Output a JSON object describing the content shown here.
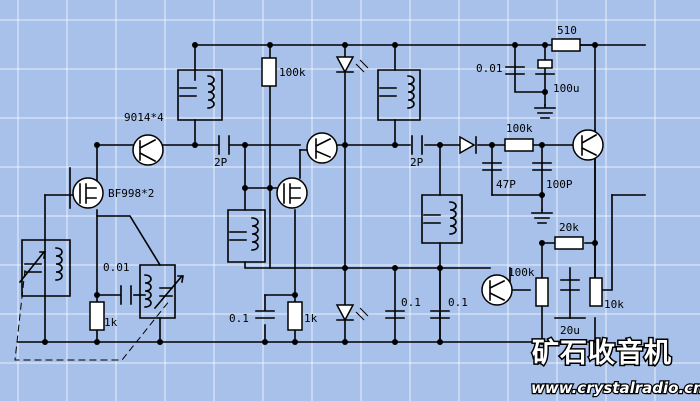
{
  "labels": {
    "r_510": "510",
    "c_001_top": "0.01",
    "c_100u": "100u",
    "r_100k_top": "100k",
    "q_9014": "9014*4",
    "c_2p_left": "2P",
    "c_2p_right": "2P",
    "r_100k_mid": "100k",
    "c_47p": "47P",
    "c_100p": "100P",
    "q_bf998": "BF998*2",
    "c_001_left": "0.01",
    "r_20k": "20k",
    "r_100k_bottom": "100k",
    "r_10k": "10k",
    "c_20u": "20u",
    "r_1k_left": "1k",
    "c_01_bottom": "0.1",
    "r_1k_mid": "1k",
    "c_01_a": "0.1",
    "c_01_b": "0.1"
  },
  "watermark": {
    "name_cn": "矿石收音机",
    "url": "www.crystalradio.cn"
  },
  "colors": {
    "background": "#a7c1ea",
    "grid": "#ffffff",
    "wire": "#000000",
    "component_fill": "#ffffff"
  }
}
